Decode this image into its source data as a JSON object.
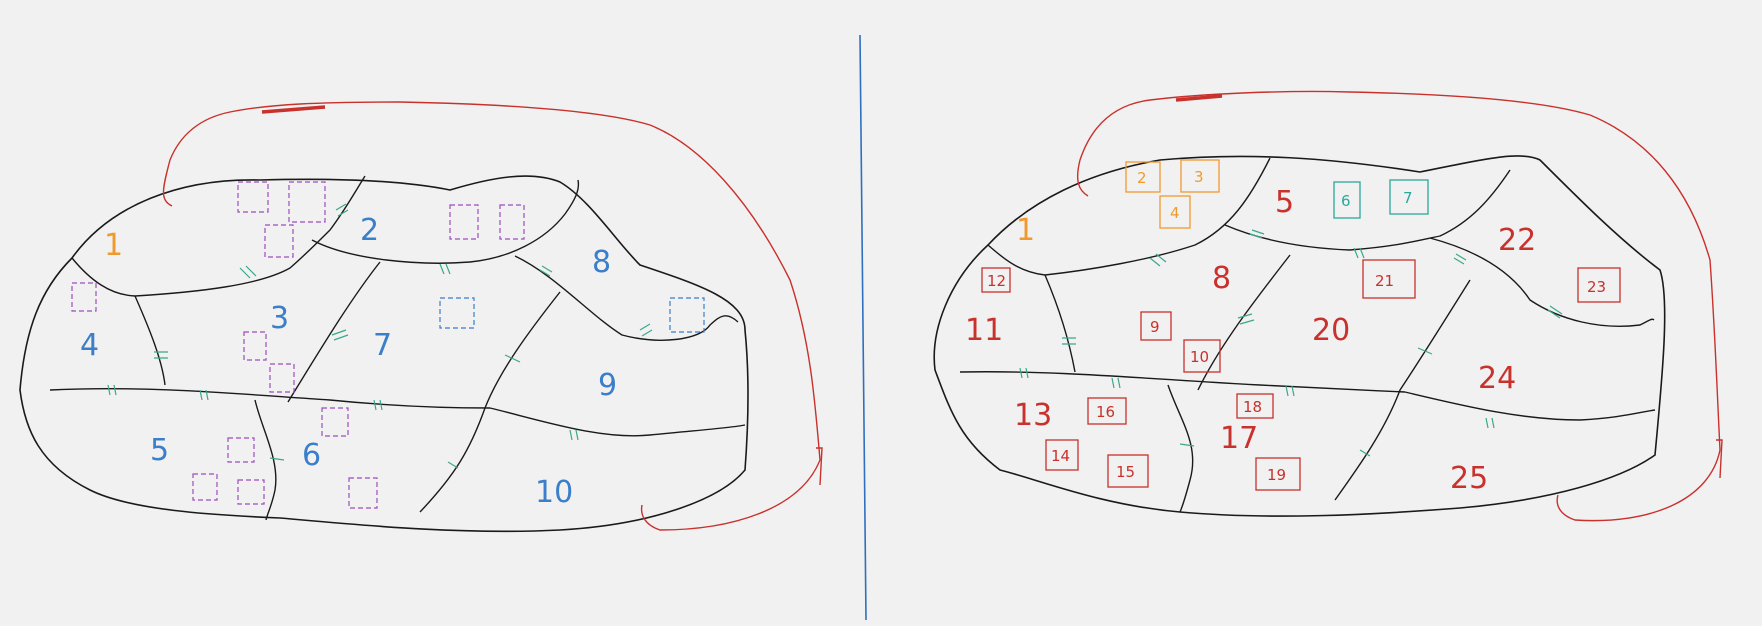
{
  "colors": {
    "background": "#f1f1f1",
    "outline": "#1a1a1a",
    "connector": "#c8312c",
    "divider": "#2f6fc0",
    "door_mark": "#3aa88a",
    "left_label": "#3b7ec9",
    "start_label": "#f09a2e",
    "dashed_box": "#9b4dbf",
    "dashed_box_blue": "#3b7ec9",
    "right_label": "#c8312c",
    "orange_box": "#f09a2e",
    "teal_box": "#2aa89a"
  },
  "left_map": {
    "region_labels": [
      "1",
      "2",
      "3",
      "4",
      "5",
      "6",
      "7",
      "8",
      "9",
      "10"
    ]
  },
  "right_map": {
    "region_labels": [
      "1",
      "5",
      "8",
      "11",
      "13",
      "17",
      "20",
      "22",
      "24",
      "25"
    ],
    "box_labels": [
      "2",
      "3",
      "4",
      "6",
      "7",
      "9",
      "10",
      "12",
      "14",
      "15",
      "16",
      "18",
      "19",
      "21",
      "23"
    ]
  }
}
